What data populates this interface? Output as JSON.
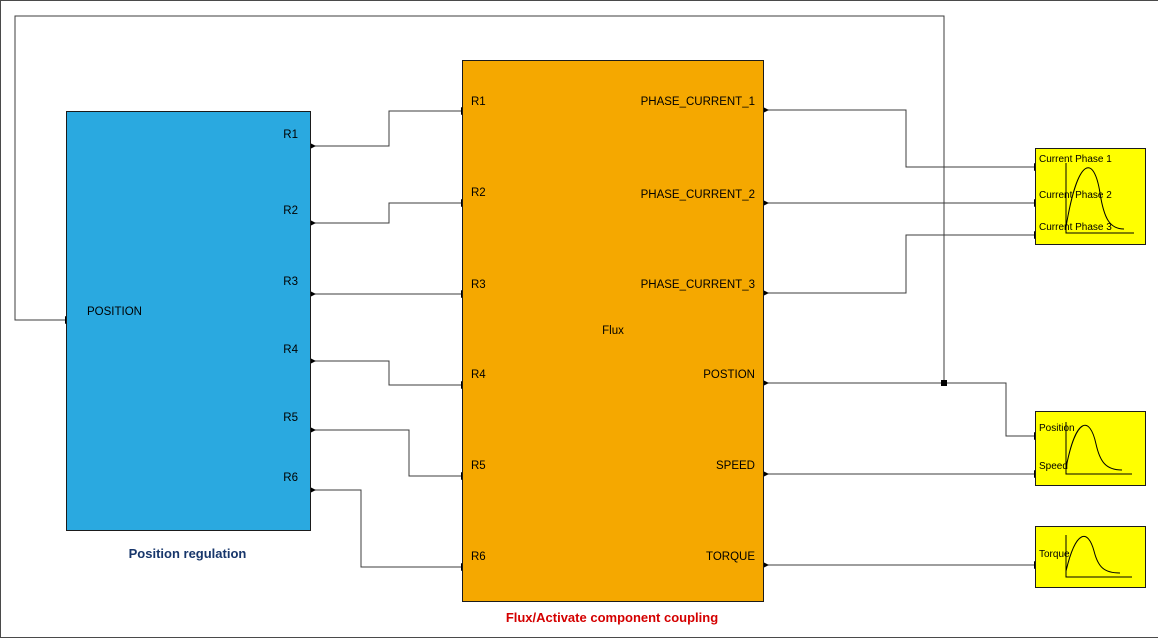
{
  "diagram": {
    "position_block": {
      "title": "POSITION",
      "caption": "Position regulation",
      "caption_color": "#17366b",
      "fill_color": "#2aa9e0",
      "outputs": [
        "R1",
        "R2",
        "R3",
        "R4",
        "R5",
        "R6"
      ]
    },
    "flux_block": {
      "title": "Flux",
      "caption": "Flux/Activate component coupling",
      "caption_color": "#d40000",
      "fill_color": "#f5a800",
      "inputs": [
        "R1",
        "R2",
        "R3",
        "R4",
        "R5",
        "R6"
      ],
      "outputs": [
        "PHASE_CURRENT_1",
        "PHASE_CURRENT_2",
        "PHASE_CURRENT_3",
        "POSTION",
        "SPEED",
        "TORQUE"
      ]
    },
    "scopes": [
      {
        "fill_color": "#ffff00",
        "labels": [
          "Current Phase 1",
          "Current Phase 2",
          "Current Phase 3"
        ]
      },
      {
        "fill_color": "#ffff00",
        "labels": [
          "Position",
          "Speed"
        ]
      },
      {
        "fill_color": "#ffff00",
        "labels": [
          "Torque"
        ]
      }
    ]
  }
}
